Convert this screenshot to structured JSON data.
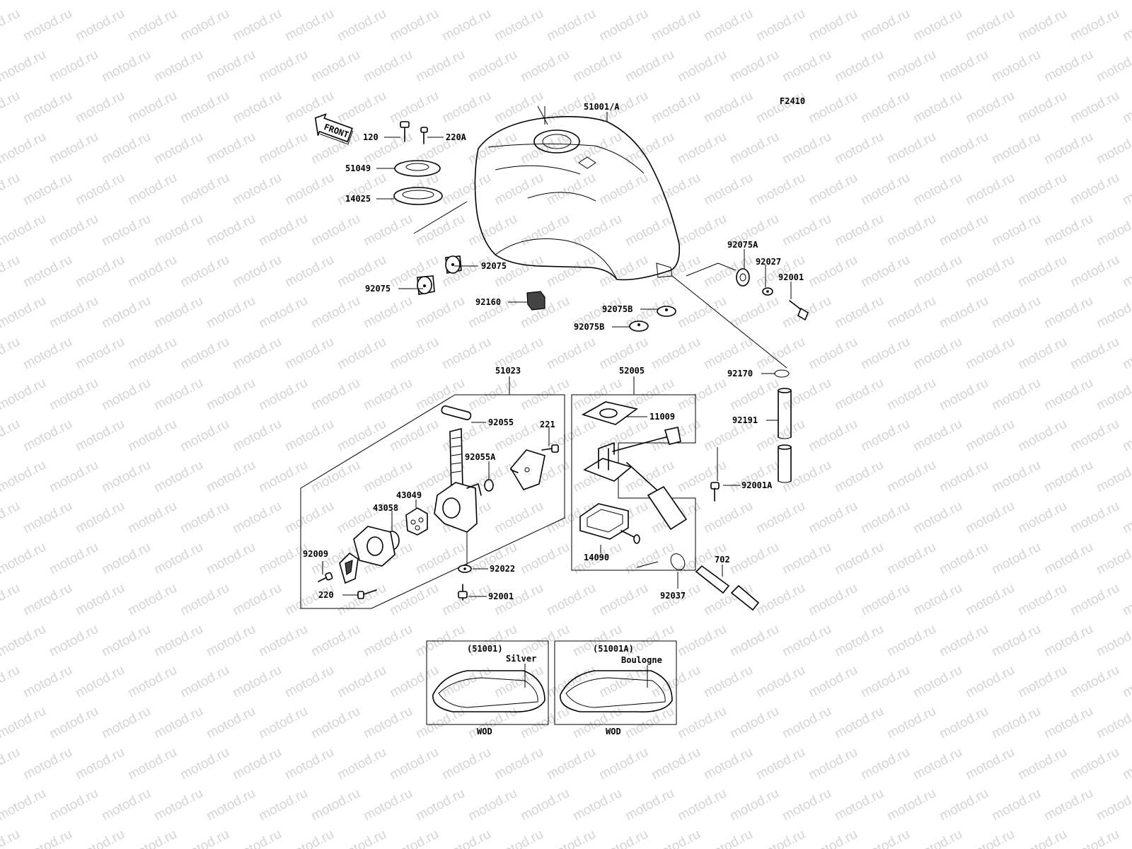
{
  "diagram": {
    "code": "F2410",
    "front_label": "FRONT",
    "parts": {
      "tank": "51001/A",
      "screw_120": "120",
      "screw_220A": "220A",
      "cap_51049": "51049",
      "gasket_14025": "14025",
      "damper_92075_upper": "92075",
      "damper_92075_lower": "92075",
      "block_92160": "92160",
      "damper_92075B_upper": "92075B",
      "damper_92075B_lower": "92075B",
      "damper_92075A": "92075A",
      "collar_92027": "92027",
      "bolt_92001_top": "92001",
      "clip_92170": "92170",
      "hose_92191": "92191",
      "cock_51023": "51023",
      "oring_92055": "92055",
      "screw_221": "221",
      "oring_92055A": "92055A",
      "plate_43049": "43049",
      "oring_43058": "43058",
      "screw_92009": "92009",
      "screw_220": "220",
      "washer_92022": "92022",
      "bolt_92001_bottom": "92001",
      "pump_52005": "52005",
      "gasket_11009": "11009",
      "bolt_92001A": "92001A",
      "filter_14090": "14090",
      "clamp_92037": "92037",
      "hose_702": "702"
    },
    "insets": [
      {
        "code": "(51001)",
        "color": "Silver",
        "note": "WOD"
      },
      {
        "code": "(51001A)",
        "color": "Boulogne",
        "note": "WOD"
      }
    ],
    "watermark": "motod.ru"
  }
}
